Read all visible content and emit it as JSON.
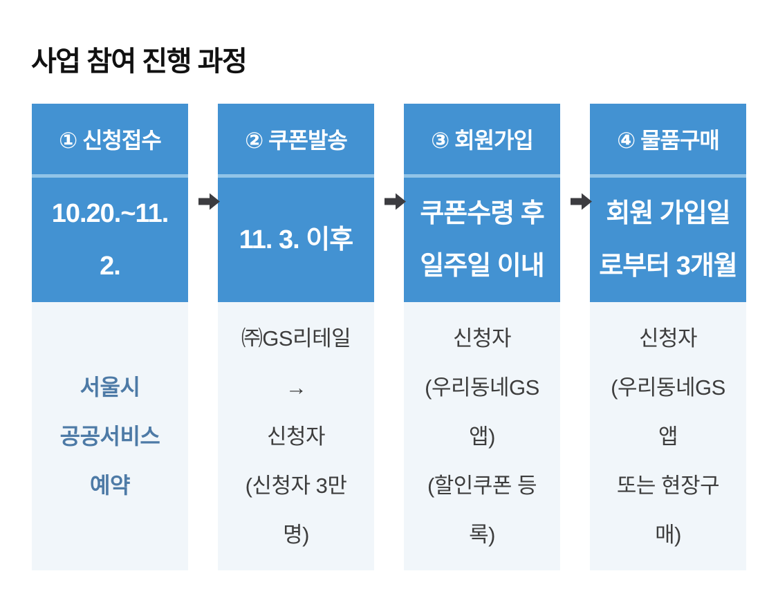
{
  "title": "사업 참여 진행 과정",
  "colors": {
    "step_blue": "#4392d2",
    "divider_blue": "#92c4e7",
    "body_bg": "#f1f6fa",
    "body_text": "#3d3d3d",
    "accent_text": "#4d7aa6",
    "arrow": "#3c3c40",
    "title_text": "#111111"
  },
  "steps": [
    {
      "header": "① 신청접수",
      "period_lines": [
        "10.20.~11.",
        "2."
      ],
      "detail_lines": [
        "서울시",
        "공공서비스",
        "예약"
      ]
    },
    {
      "header": "② 쿠폰발송",
      "period_lines": [
        "11. 3. 이후"
      ],
      "detail_lines": [
        "㈜GS리테일",
        "→",
        "신청자",
        "(신청자 3만",
        "명)"
      ]
    },
    {
      "header": "③ 회원가입",
      "period_lines": [
        "쿠폰수령 후",
        "일주일 이내"
      ],
      "detail_lines": [
        "신청자",
        "(우리동네GS",
        "앱)",
        "(할인쿠폰 등",
        "록)"
      ]
    },
    {
      "header": "④ 물품구매",
      "period_lines": [
        "회원 가입일",
        "로부터 3개월"
      ],
      "detail_lines": [
        "신청자",
        "(우리동네GS",
        "앱",
        "또는 현장구",
        "매)"
      ]
    }
  ]
}
